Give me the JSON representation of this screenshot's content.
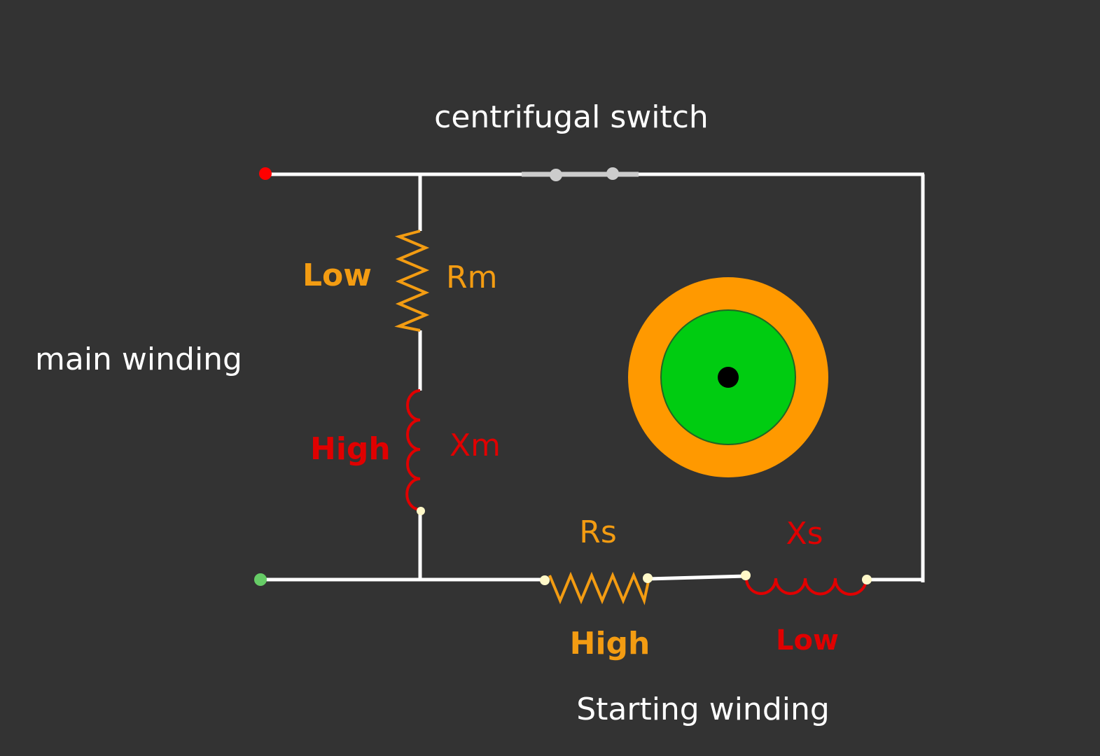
{
  "labels": {
    "centrifugal_switch": "centrifugal switch",
    "main_winding": "main winding",
    "starting_winding": "Starting winding",
    "rm": "Rm",
    "xm": "Xm",
    "rs": "Rs",
    "xs": "Xs",
    "rm_level": "Low",
    "xm_level": "High",
    "rs_level": "High",
    "xs_level": "Low"
  },
  "colors": {
    "background": "#333333",
    "wire": "#ffffff",
    "resistor": "#f39c12",
    "inductor": "#e00000",
    "rotor_outer": "#ff9900",
    "rotor_inner": "#00cc11",
    "shaft": "#000000",
    "terminal_line": "#ff0000",
    "terminal_neutral": "#66cc66",
    "switch": "#cccccc",
    "node": "#fff8c8"
  }
}
